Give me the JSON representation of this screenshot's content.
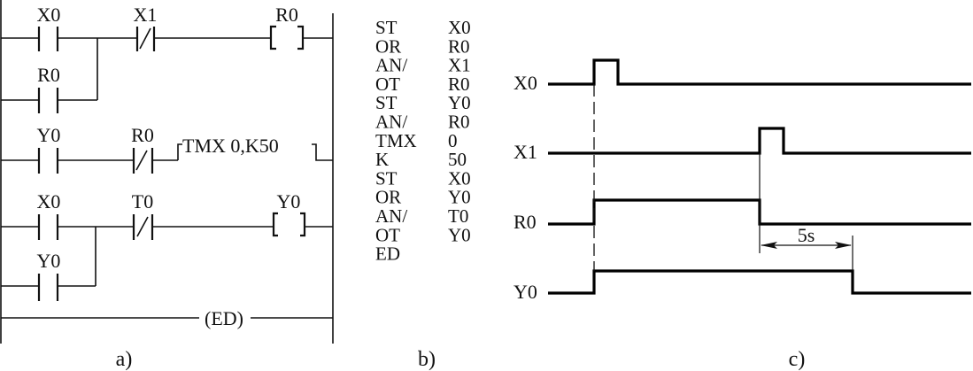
{
  "ladder": {
    "caption": "a)",
    "rungs": [
      {
        "contacts": [
          {
            "label": "X0",
            "type": "NO"
          },
          {
            "label": "X1",
            "type": "NC"
          }
        ],
        "branch_contact": {
          "label": "R0",
          "type": "NO"
        },
        "output": {
          "label": "R0",
          "type": "coil"
        }
      },
      {
        "contacts": [
          {
            "label": "Y0",
            "type": "NO"
          },
          {
            "label": "R0",
            "type": "NC"
          }
        ],
        "output": {
          "label": "TMX 0,K50",
          "type": "timer"
        }
      },
      {
        "contacts": [
          {
            "label": "X0",
            "type": "NO"
          },
          {
            "label": "T0",
            "type": "NC"
          }
        ],
        "branch_contact": {
          "label": "Y0",
          "type": "NO"
        },
        "output": {
          "label": "Y0",
          "type": "coil"
        }
      },
      {
        "output": {
          "label": "(ED)",
          "type": "end"
        }
      }
    ]
  },
  "instruction_list": {
    "caption": "b)",
    "rows": [
      {
        "op": "ST",
        "operand": "X0"
      },
      {
        "op": "OR",
        "operand": "R0"
      },
      {
        "op": "AN/",
        "operand": "X1"
      },
      {
        "op": "OT",
        "operand": "R0"
      },
      {
        "op": "ST",
        "operand": "Y0"
      },
      {
        "op": "AN/",
        "operand": "R0"
      },
      {
        "op": "TMX",
        "operand": "0"
      },
      {
        "op": "K",
        "operand": "50"
      },
      {
        "op": "ST",
        "operand": "X0"
      },
      {
        "op": "OR",
        "operand": "Y0"
      },
      {
        "op": "AN/",
        "operand": "T0"
      },
      {
        "op": "OT",
        "operand": "Y0"
      },
      {
        "op": "ED",
        "operand": ""
      }
    ]
  },
  "timing": {
    "caption": "c)",
    "time_units": "relative",
    "t_end": 100,
    "events": {
      "t_start": 11,
      "t_x0_fall": 16,
      "t_x1_rise": 50,
      "t_x1_fall": 55,
      "t_y0_fall": 70
    },
    "signals": [
      {
        "name": "X0",
        "transitions": [
          [
            0,
            0
          ],
          [
            11,
            1
          ],
          [
            16,
            0
          ]
        ]
      },
      {
        "name": "X1",
        "transitions": [
          [
            0,
            0
          ],
          [
            50,
            1
          ],
          [
            55,
            0
          ]
        ]
      },
      {
        "name": "R0",
        "transitions": [
          [
            0,
            0
          ],
          [
            11,
            1
          ],
          [
            50,
            0
          ]
        ]
      },
      {
        "name": "Y0",
        "transitions": [
          [
            0,
            0
          ],
          [
            11,
            1
          ],
          [
            70,
            0
          ]
        ]
      }
    ],
    "dimension": {
      "label": "5s",
      "from": 50,
      "to": 70
    }
  }
}
